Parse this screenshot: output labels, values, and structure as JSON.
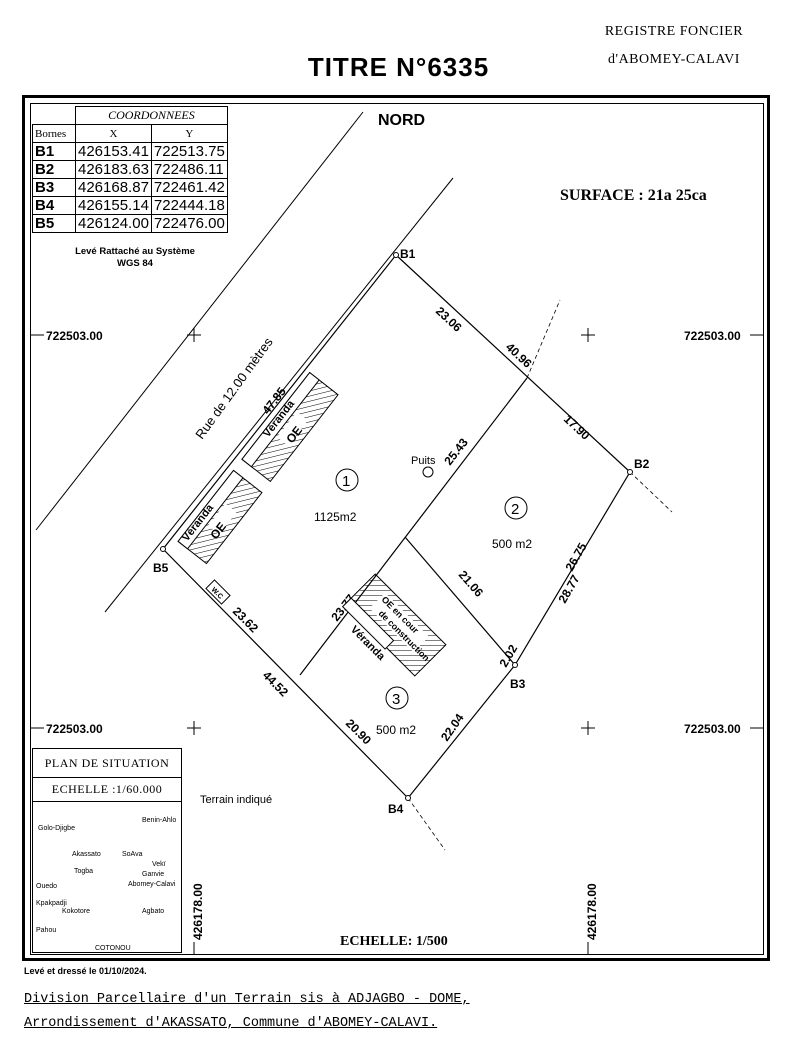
{
  "header": {
    "registry_line1": "REGISTRE FONCIER",
    "registry_line2": "d'ABOMEY-CALAVI",
    "title": "TITRE N°6335"
  },
  "coordinates_table": {
    "caption": "COORDONNEES",
    "col_bornes": "Bornes",
    "col_x": "X",
    "col_y": "Y",
    "rows": [
      {
        "borne": "B1",
        "x": "426153.41",
        "y": "722513.75"
      },
      {
        "borne": "B2",
        "x": "426183.63",
        "y": "722486.11"
      },
      {
        "borne": "B3",
        "x": "426168.87",
        "y": "722461.42"
      },
      {
        "borne": "B4",
        "x": "426155.14",
        "y": "722444.18"
      },
      {
        "borne": "B5",
        "x": "426124.00",
        "y": "722476.00"
      }
    ],
    "note_line1": "Levé Rattaché au Système",
    "note_line2": "WGS 84"
  },
  "plan": {
    "north": "NORD",
    "surface": "SURFACE : 21a 25ca",
    "road": "Rue de 12.00 mètres",
    "grid_left_top": "722503.00",
    "grid_right_top": "722503.00",
    "grid_left_bottom": "722503.00",
    "grid_right_bottom": "722503.00",
    "grid_x_left": "426178.00",
    "grid_x_right": "426178.00",
    "scale": "ECHELLE: 1/500",
    "borne_labels": {
      "b1": "B1",
      "b2": "B2",
      "b3": "B3",
      "b4": "B4",
      "b5": "B5"
    },
    "dimensions": {
      "d_b1_top": "23.06",
      "d_b1_b2": "40.96",
      "d_right_upper": "17.90",
      "d_road": "47.85",
      "d_inner_1": "25.43",
      "d_b2_b3_a": "26.75",
      "d_b2_b3_b": "28.77",
      "d_inner_2": "21.06",
      "d_inner_3": "23.77",
      "d_b3_small": "2.02",
      "d_b5_a": "23.62",
      "d_b5_b": "44.52",
      "d_b4_left": "20.90",
      "d_b4_right": "22.04"
    },
    "lots": [
      {
        "number": "1",
        "area": "1125m2"
      },
      {
        "number": "2",
        "area": "500 m2"
      },
      {
        "number": "3",
        "area": "500 m2"
      }
    ],
    "buildings": {
      "veranda_top": "Véranda",
      "oe_top": "OE",
      "veranda_left": "Véranda",
      "oe_left": "OE",
      "wc": "W.C",
      "oe_construction_1": "OE en cour",
      "oe_construction_2": "de construction",
      "veranda_bottom": "Véranda",
      "well": "Puits"
    }
  },
  "situation_plan": {
    "title": "PLAN DE SITUATION",
    "scale": "ECHELLE :1/60.000",
    "terrain_label": "Terrain indiqué",
    "places": [
      "Golo-Djigbe",
      "Akassato",
      "SoAva",
      "Vekï",
      "Ganvie",
      "Abomey-Calavi",
      "Togba",
      "Ouedo",
      "Kpakpadji",
      "Kokotore",
      "Agbato",
      "Pahou",
      "Benin-Ahlo",
      "COTONOU"
    ]
  },
  "footer": {
    "drawn": "Levé et dressé le 01/10/2024.",
    "line1": "Division Parcellaire d'un Terrain sis à ADJAGBO - DOME,",
    "line2": "Arrondissement d'AKASSATO, Commune d'ABOMEY-CALAVI."
  }
}
